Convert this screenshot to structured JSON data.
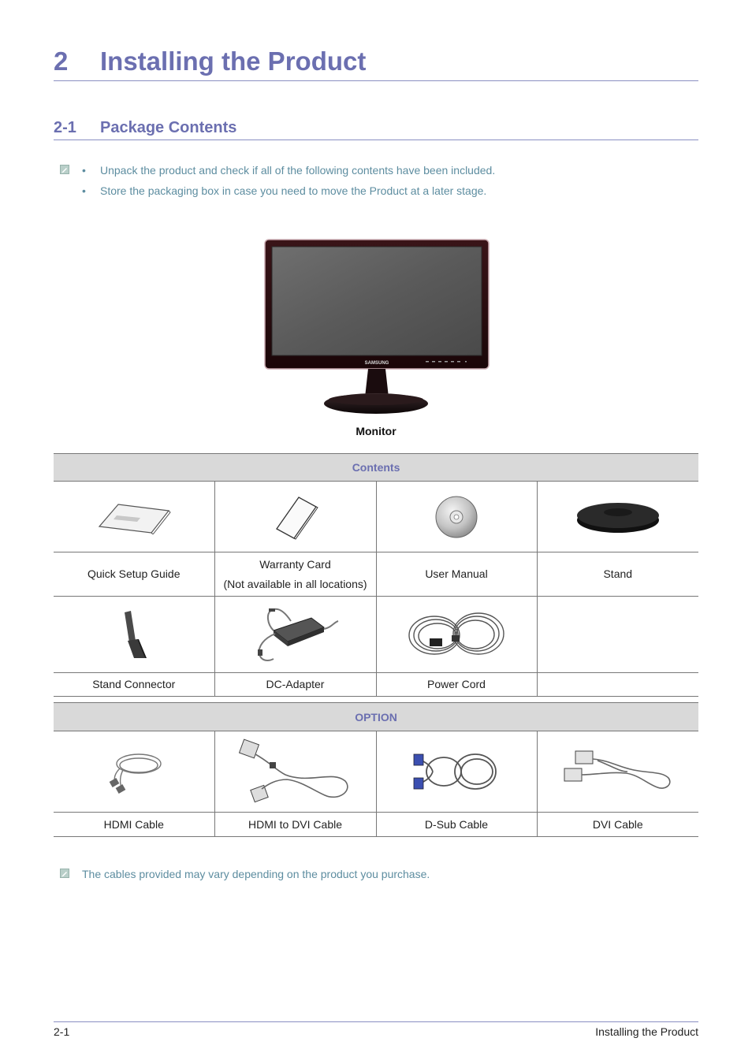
{
  "chapter": {
    "number": "2",
    "title": "Installing the Product"
  },
  "section": {
    "number": "2-1",
    "title": "Package Contents"
  },
  "notes": {
    "intro": [
      "Unpack the product and check if all of the following contents have been included.",
      "Store the packaging box in case you need to move the Product at a later stage."
    ],
    "bullet": "•",
    "cables": "The cables provided may vary depending on the product you purchase."
  },
  "monitor": {
    "caption": "Monitor",
    "brand": "SAMSUNG"
  },
  "contents_table": {
    "header": "Contents",
    "row1": [
      {
        "label": "Quick Setup Guide",
        "icon": "quick-setup-guide-icon"
      },
      {
        "label": "Warranty Card",
        "sublabel": "(Not available in all locations)",
        "icon": "warranty-card-icon"
      },
      {
        "label": "User Manual",
        "icon": "user-manual-cd-icon"
      },
      {
        "label": "Stand",
        "icon": "stand-icon"
      }
    ],
    "row2": [
      {
        "label": "Stand Connector",
        "icon": "stand-connector-icon"
      },
      {
        "label": "DC-Adapter",
        "icon": "dc-adapter-icon"
      },
      {
        "label": "Power Cord",
        "icon": "power-cord-icon"
      },
      {
        "label": "",
        "icon": ""
      }
    ]
  },
  "option_table": {
    "header": "OPTION",
    "row": [
      {
        "label": "HDMI Cable",
        "icon": "hdmi-cable-icon"
      },
      {
        "label": "HDMI to DVI Cable",
        "icon": "hdmi-to-dvi-cable-icon"
      },
      {
        "label": "D-Sub Cable",
        "icon": "d-sub-cable-icon"
      },
      {
        "label": "DVI Cable",
        "icon": "dvi-cable-icon"
      }
    ]
  },
  "footer": {
    "page": "2-1",
    "chapter": "Installing the Product"
  },
  "colors": {
    "heading": "#6b6fb0",
    "note_text": "#5d8da0",
    "table_header_bg": "#d9d9d9"
  }
}
